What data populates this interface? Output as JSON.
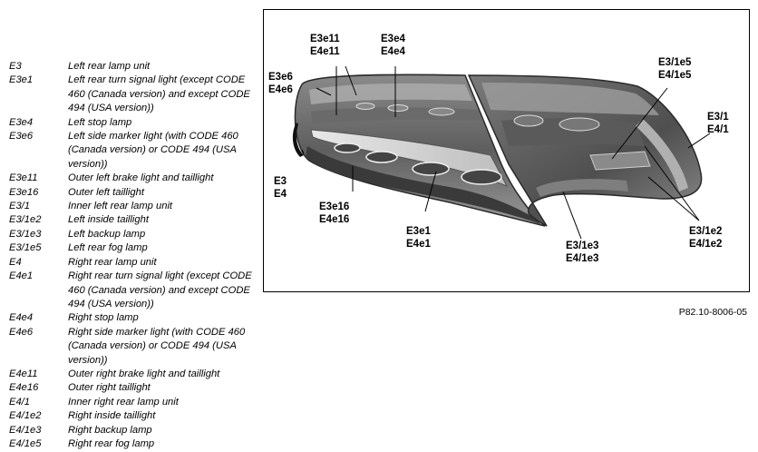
{
  "legend": [
    {
      "code": "E3",
      "desc": "Left rear lamp unit"
    },
    {
      "code": "E3e1",
      "desc": "Left rear turn signal light (except CODE 460 (Canada version) and except CODE 494 (USA version))"
    },
    {
      "code": "E3e4",
      "desc": "Left stop lamp"
    },
    {
      "code": "E3e6",
      "desc": "Left side marker light (with CODE 460 (Canada version) or CODE 494 (USA version))"
    },
    {
      "code": "E3e11",
      "desc": "Outer left brake light and taillight"
    },
    {
      "code": "E3e16",
      "desc": "Outer left taillight"
    },
    {
      "code": "E3/1",
      "desc": "Inner left rear lamp unit"
    },
    {
      "code": "E3/1e2",
      "desc": "Left inside taillight"
    },
    {
      "code": "E3/1e3",
      "desc": "Left backup lamp"
    },
    {
      "code": "E3/1e5",
      "desc": "Left rear fog lamp"
    },
    {
      "code": "E4",
      "desc": "Right rear lamp unit"
    },
    {
      "code": "E4e1",
      "desc": "Right rear turn signal light (except CODE 460 (Canada version) and except CODE 494 (USA version))"
    },
    {
      "code": "E4e4",
      "desc": "Right stop lamp"
    },
    {
      "code": "E4e6",
      "desc": "Right side marker light (with CODE 460 (Canada version) or CODE 494 (USA version))"
    },
    {
      "code": "E4e11",
      "desc": "Outer right brake light and taillight"
    },
    {
      "code": "E4e16",
      "desc": "Outer right taillight"
    },
    {
      "code": "E4/1",
      "desc": "Inner right rear lamp unit"
    },
    {
      "code": "E4/1e2",
      "desc": "Right inside taillight"
    },
    {
      "code": "E4/1e3",
      "desc": "Right backup lamp"
    },
    {
      "code": "E4/1e5",
      "desc": "Right rear fog lamp"
    }
  ],
  "callouts": {
    "e11": {
      "line1": "E3e11",
      "line2": "E4e11"
    },
    "e4": {
      "line1": "E3e4",
      "line2": "E4e4"
    },
    "e6": {
      "line1": "E3e6",
      "line2": "E4e6"
    },
    "unit": {
      "line1": "E3",
      "line2": "E4"
    },
    "e16": {
      "line1": "E3e16",
      "line2": "E4e16"
    },
    "e1": {
      "line1": "E3e1",
      "line2": "E4e1"
    },
    "fog": {
      "line1": "E3/1e5",
      "line2": "E4/1e5"
    },
    "inner": {
      "line1": "E3/1",
      "line2": "E4/1"
    },
    "backup": {
      "line1": "E3/1e3",
      "line2": "E4/1e3"
    },
    "inside": {
      "line1": "E3/1e2",
      "line2": "E4/1e2"
    }
  },
  "reference": "P82.10-8006-05"
}
